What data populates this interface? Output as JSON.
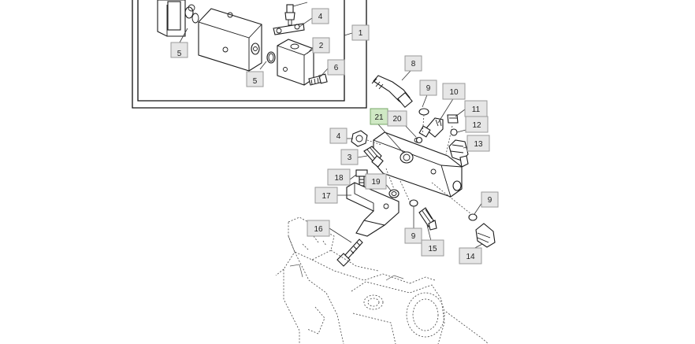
{
  "callouts": [
    {
      "id": "c1",
      "label": "1"
    },
    {
      "id": "c2",
      "label": "2"
    },
    {
      "id": "c4a",
      "label": "4"
    },
    {
      "id": "c5a",
      "label": "5"
    },
    {
      "id": "c5b",
      "label": "5"
    },
    {
      "id": "c6",
      "label": "6"
    },
    {
      "id": "c8",
      "label": "8"
    },
    {
      "id": "c9a",
      "label": "9"
    },
    {
      "id": "c10",
      "label": "10"
    },
    {
      "id": "c11",
      "label": "11"
    },
    {
      "id": "c12",
      "label": "12"
    },
    {
      "id": "c13",
      "label": "13"
    },
    {
      "id": "c21",
      "label": "21"
    },
    {
      "id": "c20",
      "label": "20"
    },
    {
      "id": "c4b",
      "label": "4"
    },
    {
      "id": "c3",
      "label": "3"
    },
    {
      "id": "c18",
      "label": "18"
    },
    {
      "id": "c19",
      "label": "19"
    },
    {
      "id": "c17",
      "label": "17"
    },
    {
      "id": "c9b",
      "label": "9"
    },
    {
      "id": "c9c",
      "label": "9"
    },
    {
      "id": "c16",
      "label": "16"
    },
    {
      "id": "c15",
      "label": "15"
    },
    {
      "id": "c14",
      "label": "14"
    }
  ],
  "highlighted_callout": "21",
  "colors": {
    "highlight_fill": "#cfe8c4",
    "callout_fill": "#e6e6e6",
    "line": "#1a1a1a"
  }
}
